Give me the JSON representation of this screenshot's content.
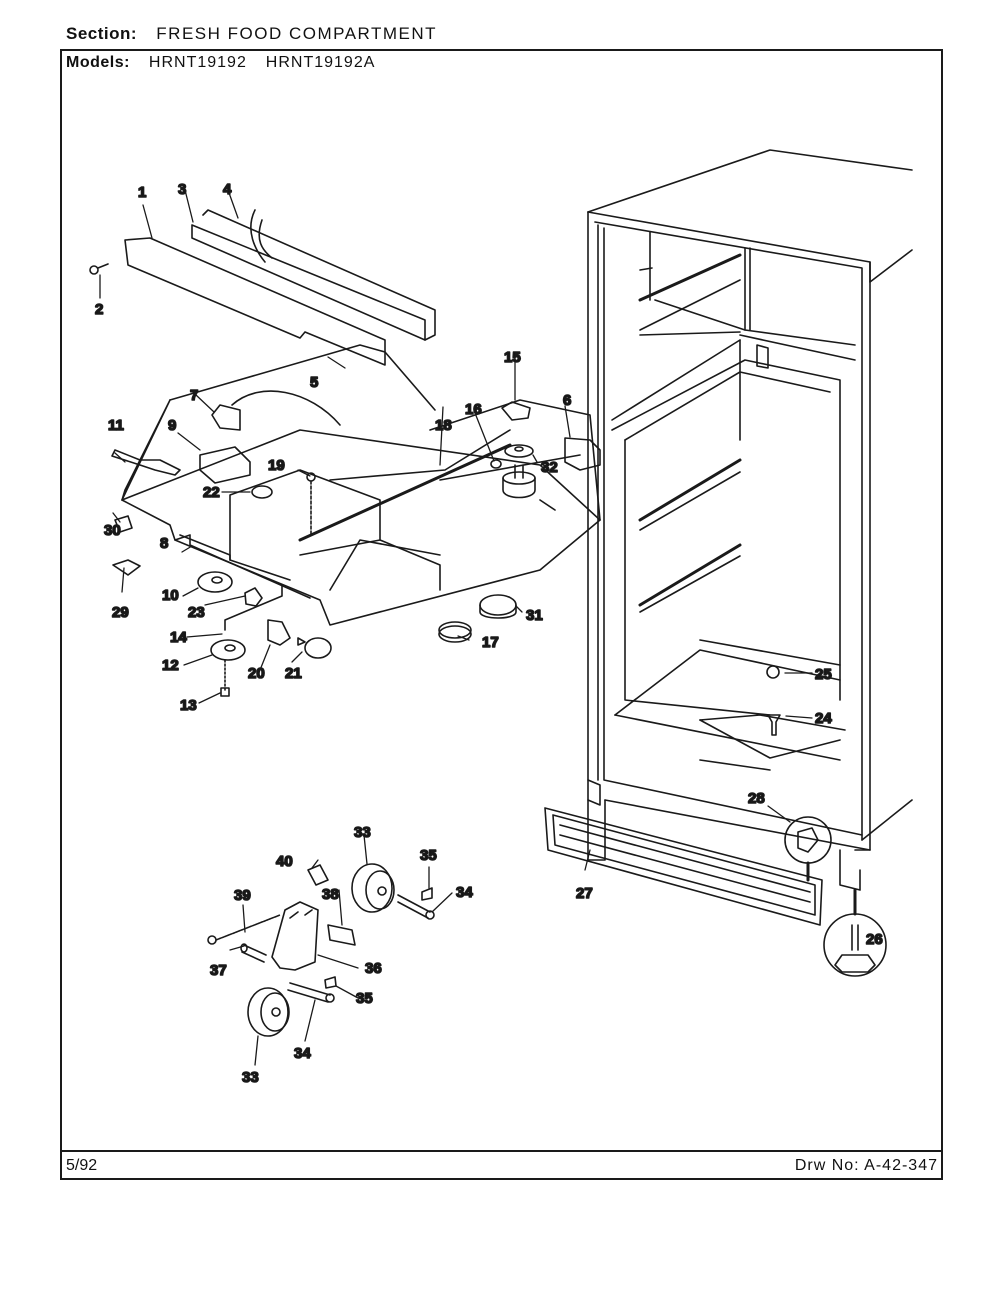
{
  "header": {
    "section_label": "Section:",
    "section_value": "FRESH FOOD COMPARTMENT",
    "models_label": "Models:",
    "models": [
      "HRNT19192",
      "HRNT19192A"
    ]
  },
  "footer": {
    "date": "5/92",
    "drawing_number": "Drw No: A-42-347"
  },
  "callouts": [
    {
      "id": "1",
      "label": "1"
    },
    {
      "id": "2",
      "label": "2"
    },
    {
      "id": "3",
      "label": "3"
    },
    {
      "id": "4",
      "label": "4"
    },
    {
      "id": "5",
      "label": "5"
    },
    {
      "id": "6",
      "label": "6"
    },
    {
      "id": "7",
      "label": "7"
    },
    {
      "id": "8",
      "label": "8"
    },
    {
      "id": "9",
      "label": "9"
    },
    {
      "id": "10",
      "label": "10"
    },
    {
      "id": "11",
      "label": "11"
    },
    {
      "id": "12",
      "label": "12"
    },
    {
      "id": "13",
      "label": "13"
    },
    {
      "id": "14",
      "label": "14"
    },
    {
      "id": "15",
      "label": "15"
    },
    {
      "id": "16",
      "label": "16"
    },
    {
      "id": "17",
      "label": "17"
    },
    {
      "id": "18",
      "label": "18"
    },
    {
      "id": "19",
      "label": "19"
    },
    {
      "id": "20",
      "label": "20"
    },
    {
      "id": "21",
      "label": "21"
    },
    {
      "id": "22",
      "label": "22"
    },
    {
      "id": "23",
      "label": "23"
    },
    {
      "id": "24",
      "label": "24"
    },
    {
      "id": "25",
      "label": "25"
    },
    {
      "id": "26",
      "label": "26"
    },
    {
      "id": "27",
      "label": "27"
    },
    {
      "id": "28",
      "label": "28"
    },
    {
      "id": "29",
      "label": "29"
    },
    {
      "id": "30",
      "label": "30"
    },
    {
      "id": "31",
      "label": "31"
    },
    {
      "id": "32",
      "label": "32"
    },
    {
      "id": "33a",
      "label": "33"
    },
    {
      "id": "33b",
      "label": "33"
    },
    {
      "id": "34a",
      "label": "34"
    },
    {
      "id": "34b",
      "label": "34"
    },
    {
      "id": "35a",
      "label": "35"
    },
    {
      "id": "35b",
      "label": "35"
    },
    {
      "id": "36",
      "label": "36"
    },
    {
      "id": "37",
      "label": "37"
    },
    {
      "id": "38",
      "label": "38"
    },
    {
      "id": "39",
      "label": "39"
    },
    {
      "id": "40",
      "label": "40"
    }
  ]
}
